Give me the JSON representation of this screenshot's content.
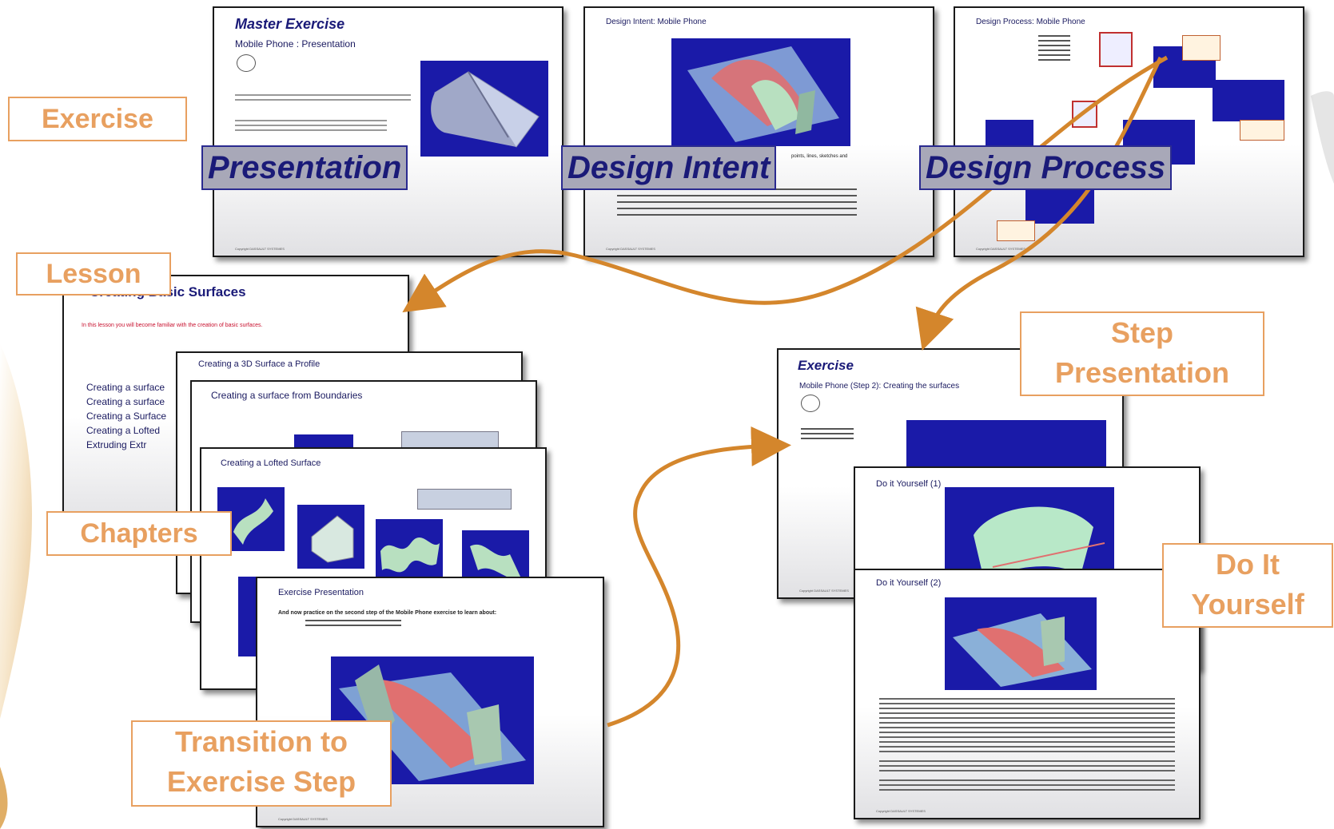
{
  "colors": {
    "accent": "#e8a060",
    "arrow": "#d4862c",
    "slide_title": "#1a1a78",
    "image_bg": "#1a1aa8",
    "label_box_bg": "#a8a8b8"
  },
  "labels": {
    "exercise": "Exercise",
    "lesson": "Lesson",
    "chapters": "Chapters",
    "transition_line1": "Transition to",
    "transition_line2": "Exercise Step",
    "step_line1": "Step",
    "step_line2": "Presentation",
    "do_line1": "Do It",
    "do_line2": "Yourself",
    "presentation": "Presentation",
    "design_intent": "Design Intent",
    "design_process": "Design Process"
  },
  "slides": {
    "master": {
      "title": "Master Exercise",
      "subtitle": "Mobile Phone : Presentation"
    },
    "intent": {
      "title": "Design Intent: Mobile Phone",
      "bullet_fragment": "points, lines, sketches and"
    },
    "process": {
      "title": "Design Process: Mobile Phone"
    },
    "lesson": {
      "title": "Creating Basic Surfaces",
      "intro": "In this lesson you will become familiar with the creation of basic surfaces.",
      "items": [
        "Creating a surface",
        "Creating a surface",
        "Creating a Surface",
        "Creating a Lofted",
        "Extruding Extr"
      ]
    },
    "ch1": {
      "title": "Creating a 3D Surface a Profile"
    },
    "ch2": {
      "title": "Creating a surface from Boundaries"
    },
    "ch3": {
      "title": "Creating a Lofted Surface"
    },
    "recap": {
      "title": "Exercise Presentation",
      "intro": "And now practice on the second step of the Mobile Phone exercise to learn about:"
    },
    "step": {
      "title": "Exercise",
      "subtitle": "Mobile Phone (Step 2): Creating the surfaces"
    },
    "diy1": {
      "title": "Do it Yourself (1)"
    },
    "diy2": {
      "title": "Do it Yourself (2)"
    }
  }
}
